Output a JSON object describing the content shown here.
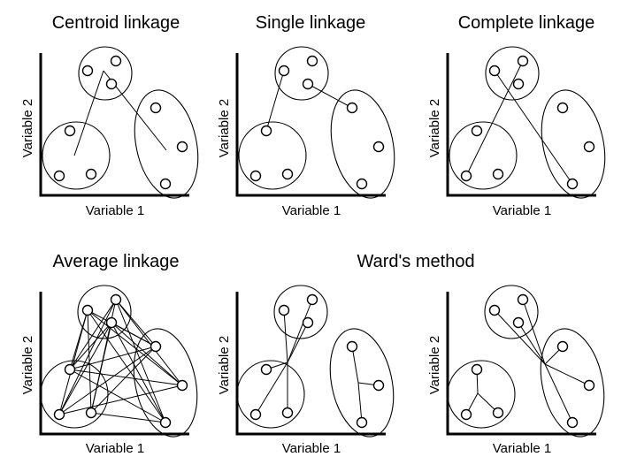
{
  "titles": {
    "centroid": "Centroid linkage",
    "single": "Single linkage",
    "complete": "Complete linkage",
    "average": "Average linkage",
    "ward": "Ward's method"
  },
  "axes": {
    "x_label": "Variable 1",
    "y_label": "Variable 2"
  }
}
